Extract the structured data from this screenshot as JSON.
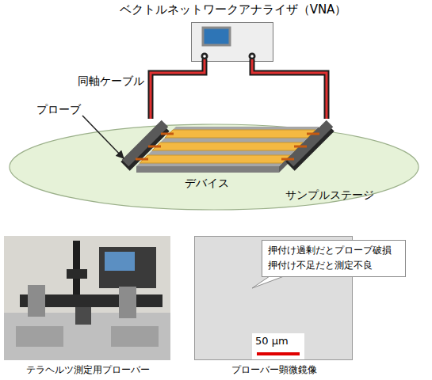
{
  "diagram": {
    "nodes": [
      {
        "text": [
          "ベクトルネットワークアナライザ（VNA）"
        ]
      },
      {
        "text": [
          "サンプルステージ"
        ]
      },
      {
        "text": [
          "デバイス"
        ],
        "in": 1
      },
      {
        "text": [
          "テラヘルツ測定用プローバー"
        ]
      },
      {
        "text": [
          "プローバー顕微鏡像"
        ]
      },
      {
        "text": [
          "押付け過剰だとプローブ破損",
          "押付け不足だと測定不良"
        ]
      }
    ],
    "labels": [
      "同軸ケーブル",
      "プローブ",
      "50 μm"
    ]
  }
}
